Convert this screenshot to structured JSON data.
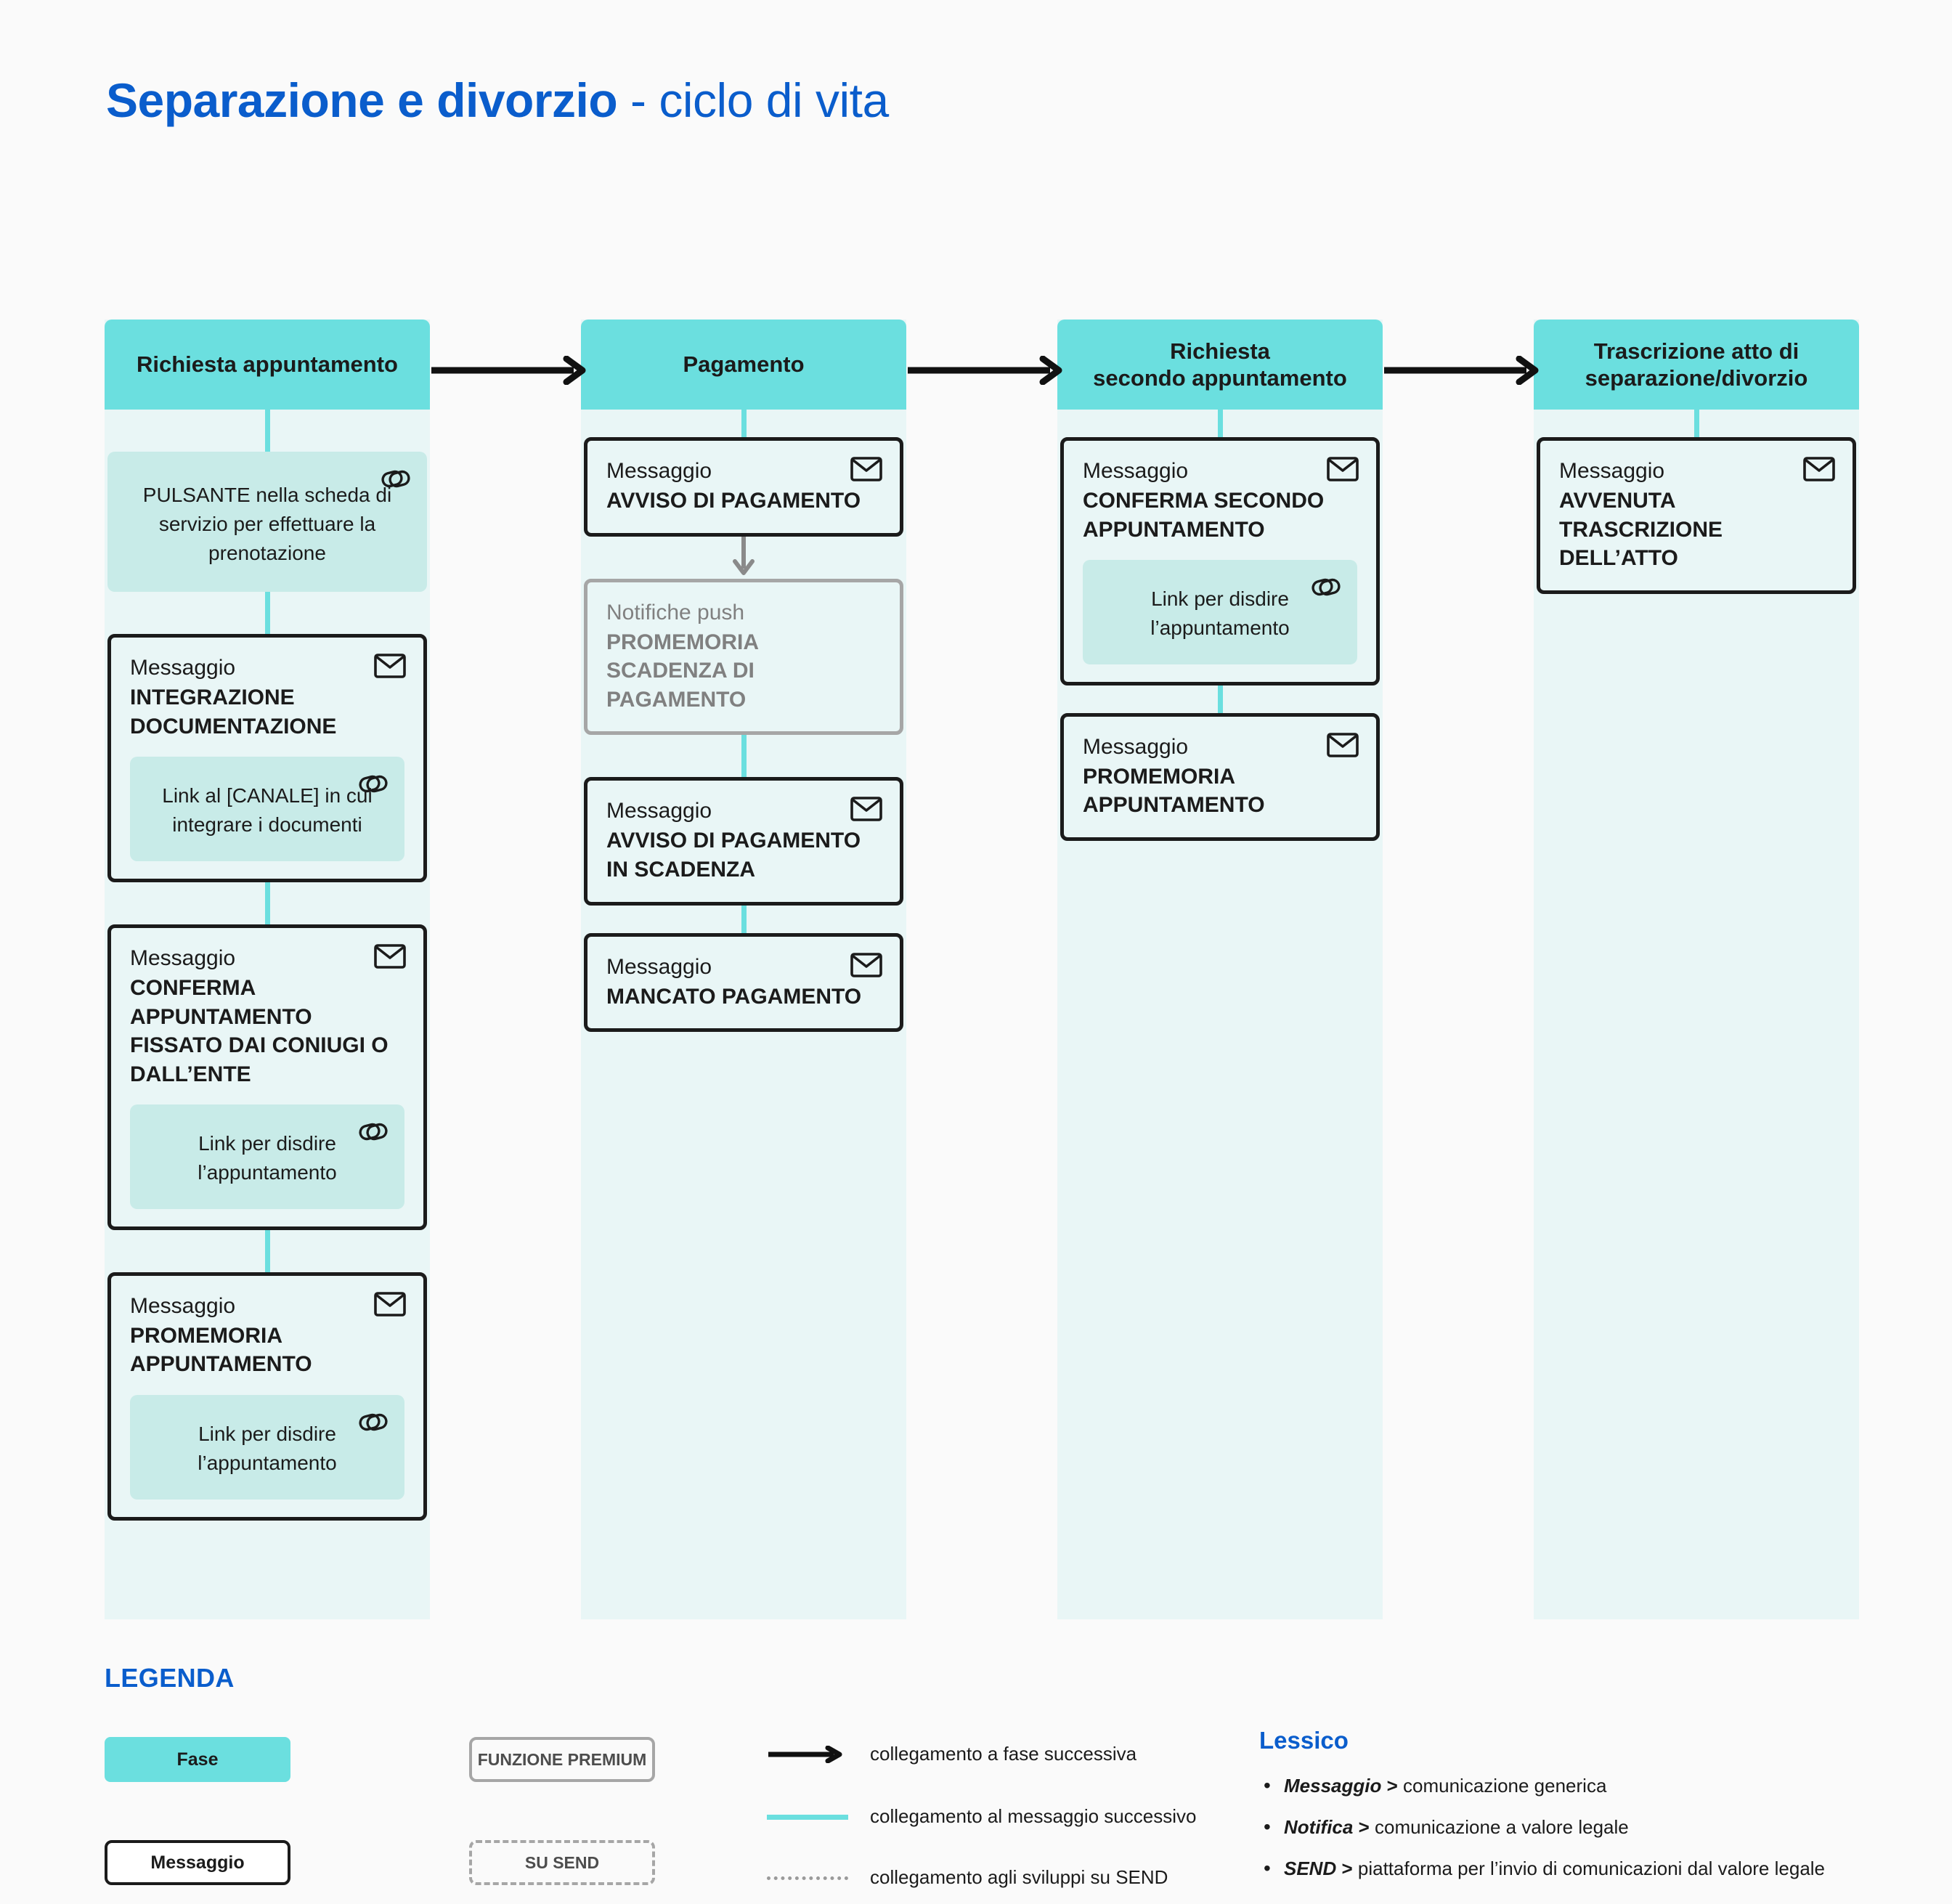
{
  "title": {
    "strong": "Separazione e divorzio",
    "light": " - ciclo di vita"
  },
  "colors": {
    "accent_blue": "#0A5DCC",
    "phase_teal": "#6BDFDF",
    "column_bg": "#E9F6F6",
    "link_box": "#C8EBE8",
    "page_bg": "#FAFAFA",
    "ink": "#1B1B1B",
    "muted_gray": "#808080"
  },
  "columns": [
    {
      "phase": "Richiesta appuntamento",
      "items": [
        {
          "type": "plain-link",
          "icon": "link-icon",
          "text": "PULSANTE nella scheda di servizio per effettuare la prenotazione"
        },
        {
          "type": "message",
          "icon": "envelope-icon",
          "kind": "Messaggio",
          "name": "INTEGRAZIONE DOCUMENTAZIONE",
          "sub": {
            "icon": "link-icon",
            "text": "Link al [CANALE] in cui integrare i documenti"
          }
        },
        {
          "type": "message",
          "icon": "envelope-icon",
          "kind": "Messaggio",
          "name": "CONFERMA APPUNTAMENTO FISSATO DAI CONIUGI O DALL’ENTE",
          "sub": {
            "icon": "link-icon",
            "text": "Link per disdire l’appuntamento"
          }
        },
        {
          "type": "message",
          "icon": "envelope-icon",
          "kind": "Messaggio",
          "name": "PROMEMORIA APPUNTAMENTO",
          "sub": {
            "icon": "link-icon",
            "text": "Link per disdire l’appuntamento"
          }
        }
      ]
    },
    {
      "phase": "Pagamento",
      "items": [
        {
          "type": "message",
          "icon": "envelope-icon",
          "kind": "Messaggio",
          "name": "AVVISO DI PAGAMENTO"
        },
        {
          "type": "message-ghost",
          "kind": "Notifiche push",
          "name": "PROMEMORIA SCADENZA DI PAGAMENTO"
        },
        {
          "type": "message",
          "icon": "envelope-icon",
          "kind": "Messaggio",
          "name": "AVVISO DI PAGAMENTO IN SCADENZA"
        },
        {
          "type": "message",
          "icon": "envelope-icon",
          "kind": "Messaggio",
          "name": "MANCATO PAGAMENTO"
        }
      ]
    },
    {
      "phase": "Richiesta\nsecondo appuntamento",
      "items": [
        {
          "type": "message",
          "icon": "envelope-icon",
          "kind": "Messaggio",
          "name": "CONFERMA SECONDO APPUNTAMENTO",
          "sub": {
            "icon": "link-icon",
            "text": "Link per disdire l’appuntamento"
          }
        },
        {
          "type": "message",
          "icon": "envelope-icon",
          "kind": "Messaggio",
          "name": "PROMEMORIA APPUNTAMENTO"
        }
      ]
    },
    {
      "phase": "Trascrizione atto di\nseparazione/divorzio",
      "items": [
        {
          "type": "message",
          "icon": "envelope-icon",
          "kind": "Messaggio",
          "name": "AVVENUTA TRASCRIZIONE DELL’ATTO"
        }
      ]
    }
  ],
  "legend": {
    "title": "LEGENDA",
    "swatches": {
      "fase": "Fase",
      "messaggio": "Messaggio",
      "premium": "FUNZIONE PREMIUM",
      "su_send": "SU SEND"
    },
    "lines": [
      {
        "style": "arrow-black",
        "label": "collegamento a fase successiva"
      },
      {
        "style": "solid-teal",
        "label": "collegamento al messaggio successivo"
      },
      {
        "style": "dotted-gray",
        "label": "collegamento agli sviluppi su SEND"
      }
    ],
    "lessico": {
      "title": "Lessico",
      "items": [
        {
          "term": "Messaggio",
          "gt": " > ",
          "def": "comunicazione generica"
        },
        {
          "term": "Notifica",
          "gt": " > ",
          "def": "comunicazione a valore legale"
        },
        {
          "term": "SEND",
          "gt": " > ",
          "def": "piattaforma per  l’invio di comunicazioni dal valore legale"
        }
      ]
    }
  }
}
